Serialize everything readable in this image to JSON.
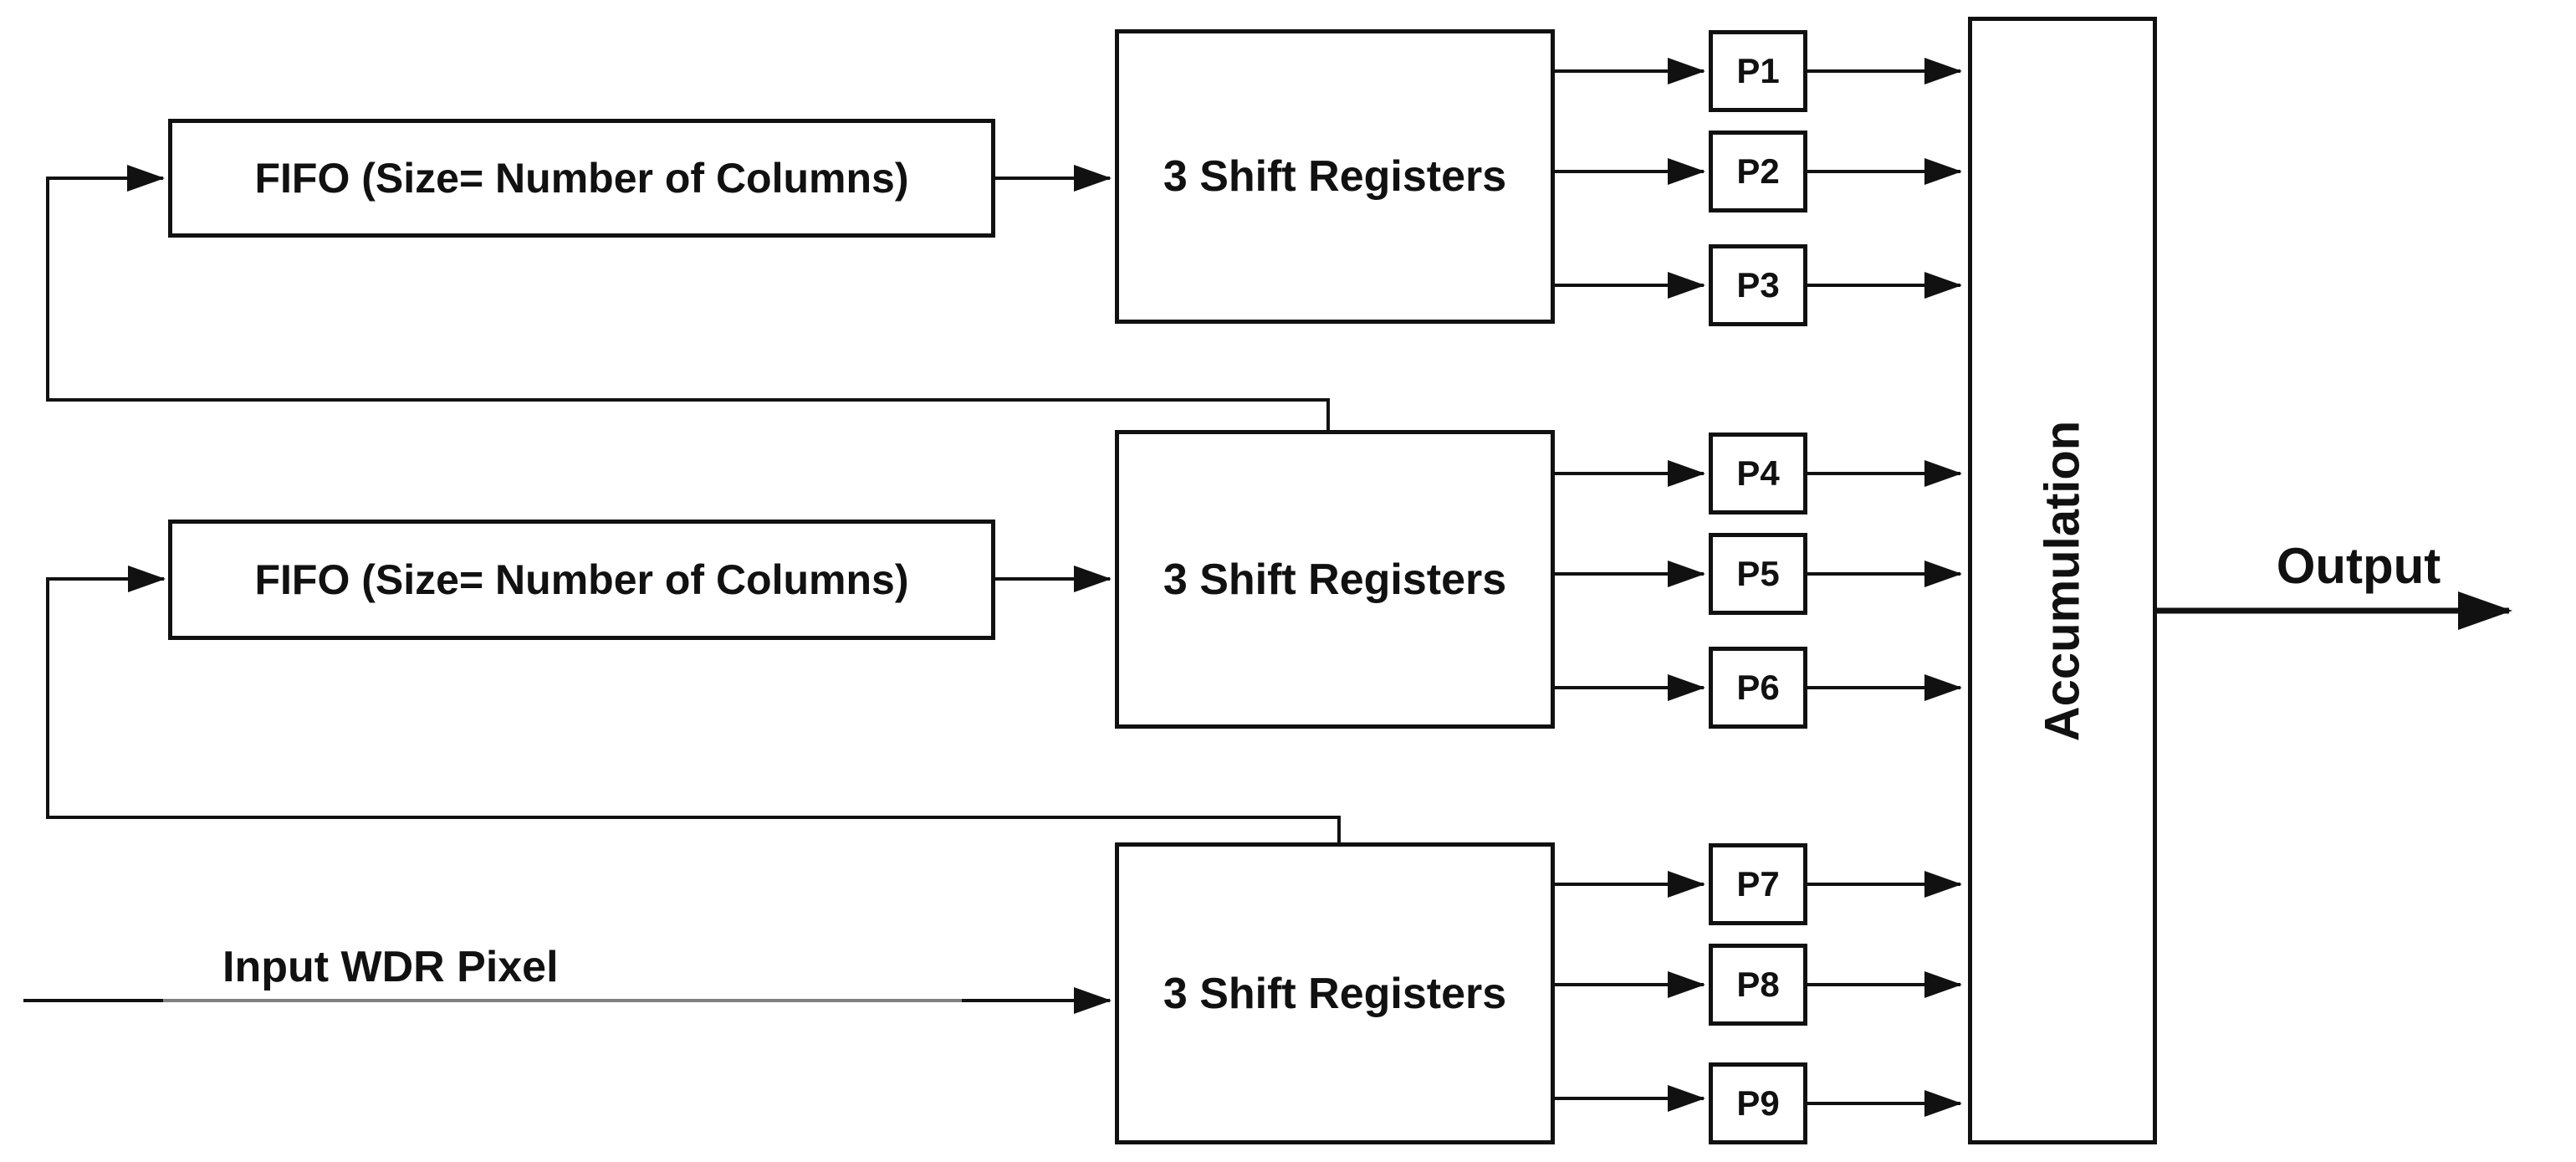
{
  "colors": {
    "stroke": "#111111",
    "background": "#ffffff",
    "input_line_gray": "#808080"
  },
  "labels": {
    "input": "Input WDR Pixel",
    "output": "Output",
    "accumulation": "Accumulation"
  },
  "fifo_boxes": [
    {
      "label": "FIFO (Size= Number of Columns)"
    },
    {
      "label": "FIFO (Size= Number of Columns)"
    }
  ],
  "shift_register_boxes": [
    {
      "label": "3 Shift Registers"
    },
    {
      "label": "3 Shift Registers"
    },
    {
      "label": "3 Shift Registers"
    }
  ],
  "p_boxes": [
    {
      "label": "P1"
    },
    {
      "label": "P2"
    },
    {
      "label": "P3"
    },
    {
      "label": "P4"
    },
    {
      "label": "P5"
    },
    {
      "label": "P6"
    },
    {
      "label": "P7"
    },
    {
      "label": "P8"
    },
    {
      "label": "P9"
    }
  ]
}
